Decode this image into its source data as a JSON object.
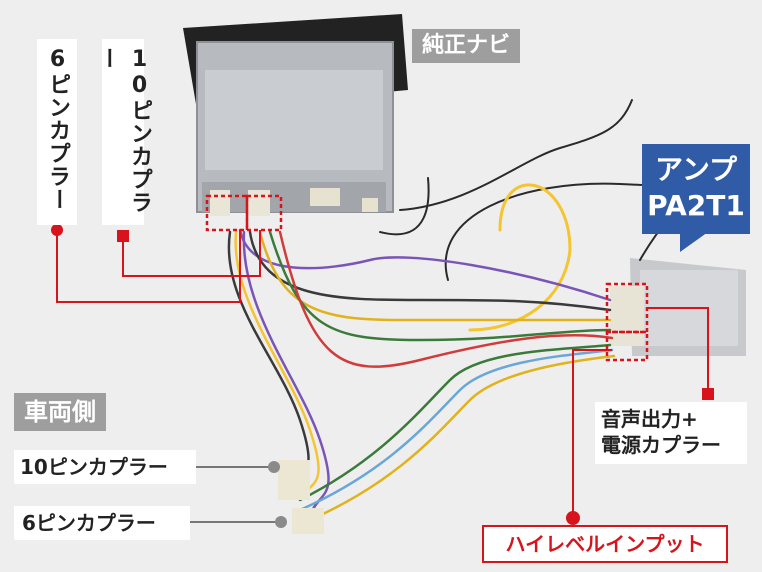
{
  "labels": {
    "head_unit": "純正ナビ",
    "coupler_6pin_v": "6ピンカプラー",
    "coupler_10pin_v": "10ピンカプラー",
    "amp": "アンプ",
    "amp_model": "PA2T1",
    "vehicle_side": "車両側",
    "coupler_10pin_h": "10ピンカプラー",
    "coupler_6pin_h": "6ピンカプラー",
    "audio_power_coupler_line1": "音声出力+",
    "audio_power_coupler_line2": "電源カプラー",
    "high_level_input": "ハイレベルインプット"
  },
  "colors": {
    "callout_red": "#d7131b",
    "amp_label_blue": "#2f5ba7",
    "label_gray": "#9e9e9e"
  }
}
